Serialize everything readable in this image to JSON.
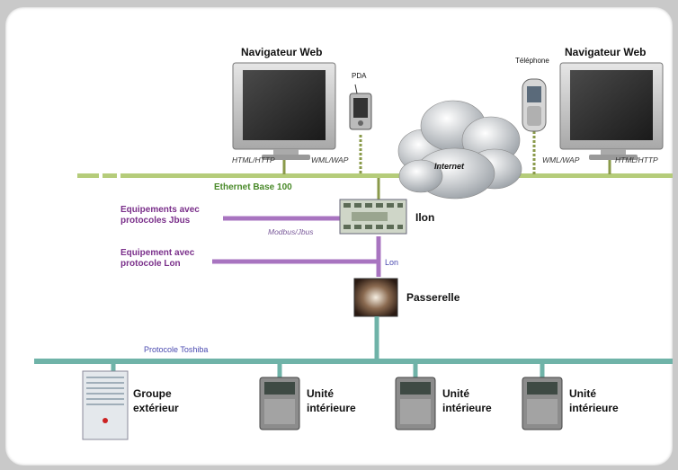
{
  "browser_left": "Navigateur Web",
  "browser_right": "Navigateur Web",
  "pda": "PDA",
  "telephone": "Téléphone",
  "internet": "Internet",
  "html_http_left": "HTML/HTTP",
  "wml_wap_left": "WML/WAP",
  "wml_wap_right": "WML/WAP",
  "html_http_right": "HTML/HTTP",
  "ethernet": "Ethernet Base 100",
  "jbus_equip_1": "Equipements avec",
  "jbus_equip_2": "protocoles Jbus",
  "lon_equip_1": "Equipement avec",
  "lon_equip_2": "protocole Lon",
  "modbus": "Modbus/Jbus",
  "ilon": "Ilon",
  "lon": "Lon",
  "passerelle": "Passerelle",
  "toshiba": "Protocole Toshiba",
  "groupe_1": "Groupe",
  "groupe_2": "extérieur",
  "units": [
    {
      "l1": "Unité",
      "l2": "intérieure"
    },
    {
      "l1": "Unité",
      "l2": "intérieure"
    },
    {
      "l1": "Unité",
      "l2": "intérieure"
    }
  ],
  "colors": {
    "ethernet_line": "#b5cc7a",
    "toshiba_line": "#6fb3a8",
    "purple_line": "#a874c0",
    "drop_line": "#8a9a4a"
  }
}
